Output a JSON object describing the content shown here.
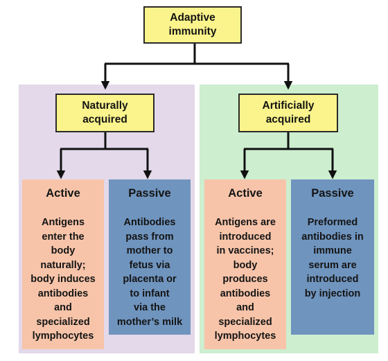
{
  "root": {
    "label_line1": "Adaptive",
    "label_line2": "immunity"
  },
  "left": {
    "category_line1": "Naturally",
    "category_line2": "acquired",
    "active": {
      "title": "Active",
      "body": "Antigens\nenter the\nbody\nnaturally;\nbody induces\nantibodies\nand\nspecialized\nlymphocytes"
    },
    "passive": {
      "title": "Passive",
      "body": "Antibodies\npass from\nmother to\nfetus via\nplacenta or\nto infant\nvia the\nmother’s milk"
    }
  },
  "right": {
    "category_line1": "Artificially",
    "category_line2": "acquired",
    "active": {
      "title": "Active",
      "body": "Antigens are\nintroduced\nin vaccines;\nbody\nproduces\nantibodies\nand\nspecialized\nlymphocytes"
    },
    "passive": {
      "title": "Passive",
      "body": "Preformed\nantibodies in\nimmune\nserum are\nintroduced\nby injection"
    }
  },
  "colors": {
    "yellow_box": "#fbf48c",
    "left_panel": "#e3d9ea",
    "right_panel": "#cdeecf",
    "active_box": "#f7c4a9",
    "passive_box": "#6f94be",
    "connector": "#111111"
  }
}
